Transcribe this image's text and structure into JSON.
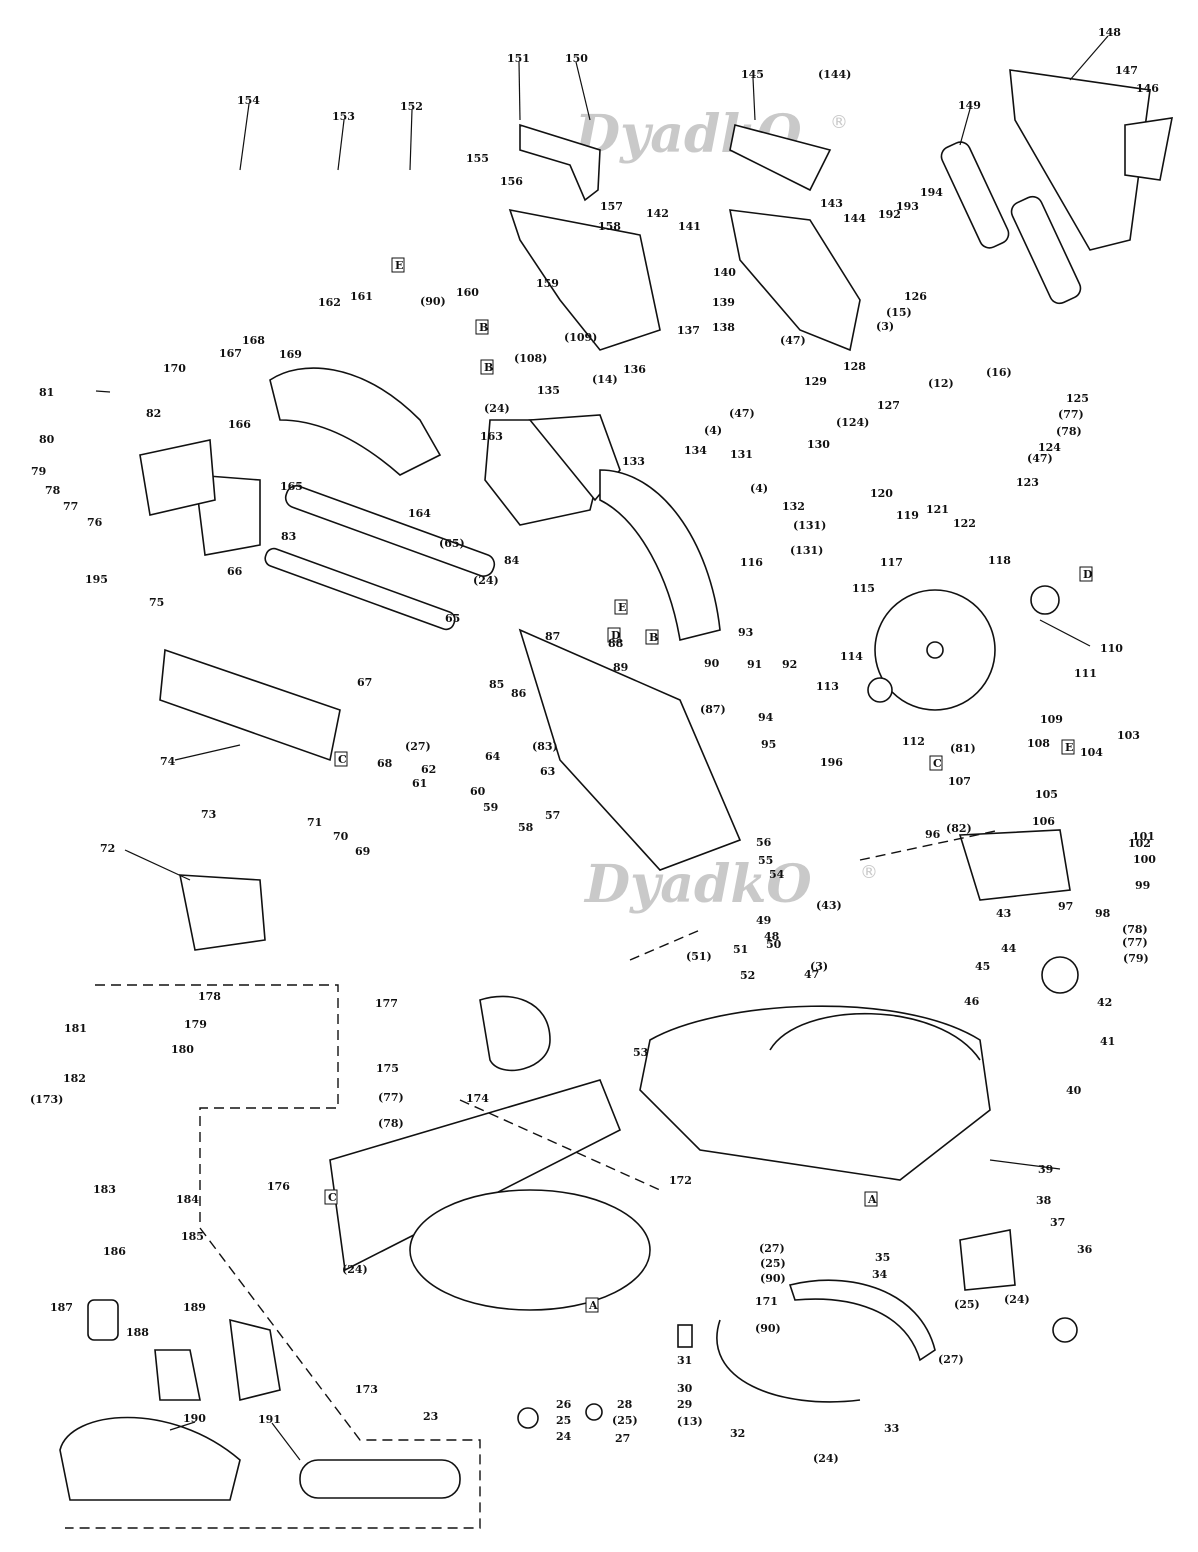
{
  "watermark": {
    "text": "DyadkO",
    "registered_mark": "®"
  },
  "part_labels": [
    "148",
    "147",
    "146",
    "151",
    "150",
    "145",
    "(144)",
    "154",
    "153",
    "152",
    "149",
    "155",
    "156",
    "157",
    "158",
    "143",
    "142",
    "141",
    "144",
    "194",
    "193",
    "192",
    "140",
    "139",
    "138",
    "(15)",
    "126",
    "137",
    "(47)",
    "(16)",
    "(3)",
    "(12)",
    "(108)",
    "(109)",
    "162",
    "161",
    "(90)",
    "160",
    "159",
    "(24)",
    "170",
    "168",
    "167",
    "169",
    "81",
    "82",
    "80",
    "166",
    "163",
    "165",
    "164",
    "79",
    "78",
    "77",
    "76",
    "83",
    "195",
    "66",
    "75",
    "(65)",
    "(24)",
    "65",
    "67",
    "84",
    "87",
    "88",
    "89",
    "136",
    "(14)",
    "135",
    "134",
    "133",
    "(4)",
    "131",
    "(47)",
    "(4)",
    "132",
    "(131)",
    "(131)",
    "128",
    "129",
    "130",
    "(124)",
    "127",
    "125",
    "(77)",
    "(78)",
    "124",
    "123",
    "(47)",
    "120",
    "121",
    "122",
    "119",
    "118",
    "117",
    "115",
    "116",
    "114",
    "110",
    "111",
    "93",
    "90",
    "91",
    "92",
    "(87)",
    "94",
    "95",
    "85",
    "86",
    "64",
    "(83)",
    "63",
    "74",
    "68",
    "(27)",
    "73",
    "62",
    "61",
    "60",
    "59",
    "58",
    "57",
    "56",
    "55",
    "54",
    "113",
    "112",
    "109",
    "103",
    "104",
    "108",
    "(81)",
    "107",
    "(82)",
    "105",
    "106",
    "196",
    "96",
    "102",
    "101",
    "100",
    "99",
    "98",
    "97",
    "(78)",
    "(77)",
    "(79)",
    "43",
    "44",
    "45",
    "46",
    "(43)",
    "48",
    "49",
    "50",
    "(51)",
    "51",
    "52",
    "47",
    "(3)",
    "53",
    "42",
    "41",
    "40",
    "72",
    "71",
    "70",
    "69",
    "178",
    "179",
    "180",
    "181",
    "182",
    "(173)",
    "177",
    "175",
    "(77)",
    "(78)",
    "174",
    "172",
    "39",
    "176",
    "183",
    "184",
    "185",
    "(24)",
    "38",
    "37",
    "36",
    "35",
    "34",
    "(27)",
    "(25)",
    "(90)",
    "171",
    "(90)",
    "(25)",
    "(24)",
    "(27)",
    "186",
    "187",
    "188",
    "189",
    "173",
    "23",
    "26",
    "25",
    "24",
    "28",
    "(25)",
    "27",
    "31",
    "30",
    "29",
    "(13)",
    "32",
    "33",
    "(24)",
    "190",
    "191"
  ],
  "callout_tags": [
    "E",
    "E",
    "B",
    "D",
    "B",
    "D",
    "C",
    "C",
    "A",
    "A",
    "E",
    "C",
    "B"
  ]
}
